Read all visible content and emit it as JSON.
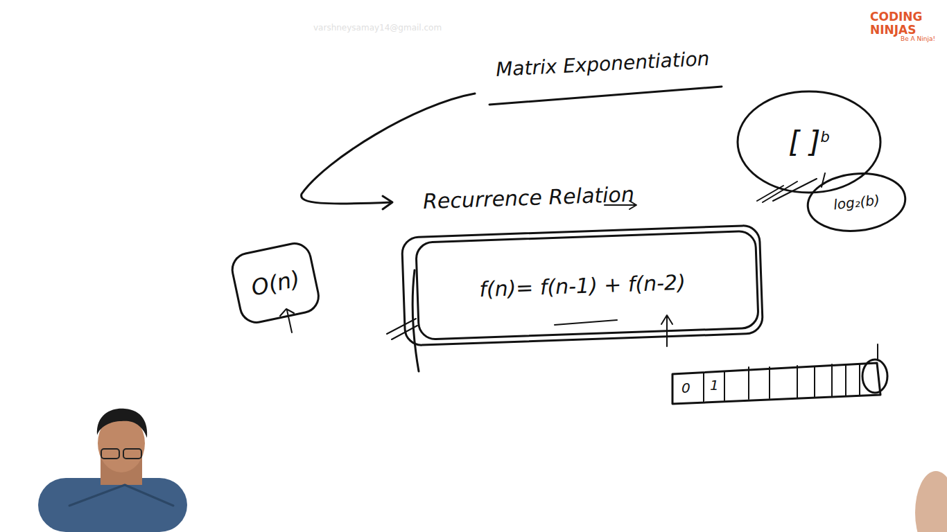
{
  "diagram": {
    "title": "Matrix Exponentiation",
    "nodes": [
      {
        "text": [
          "O(n)"
        ]
      },
      {
        "text": [
          "f(n)= f(n-1) + f(n-2)"
        ]
      },
      {
        "text": [
          "[ ]",
          "b"
        ]
      },
      {
        "text": [
          "log₂(b)"
        ]
      }
    ],
    "labels": [
      "Recurrence Relation",
      "0",
      "1",
      "varshneysamay14@gmail.com",
      "CODING",
      "NINJAS",
      "Be A Ninja!"
    ]
  }
}
